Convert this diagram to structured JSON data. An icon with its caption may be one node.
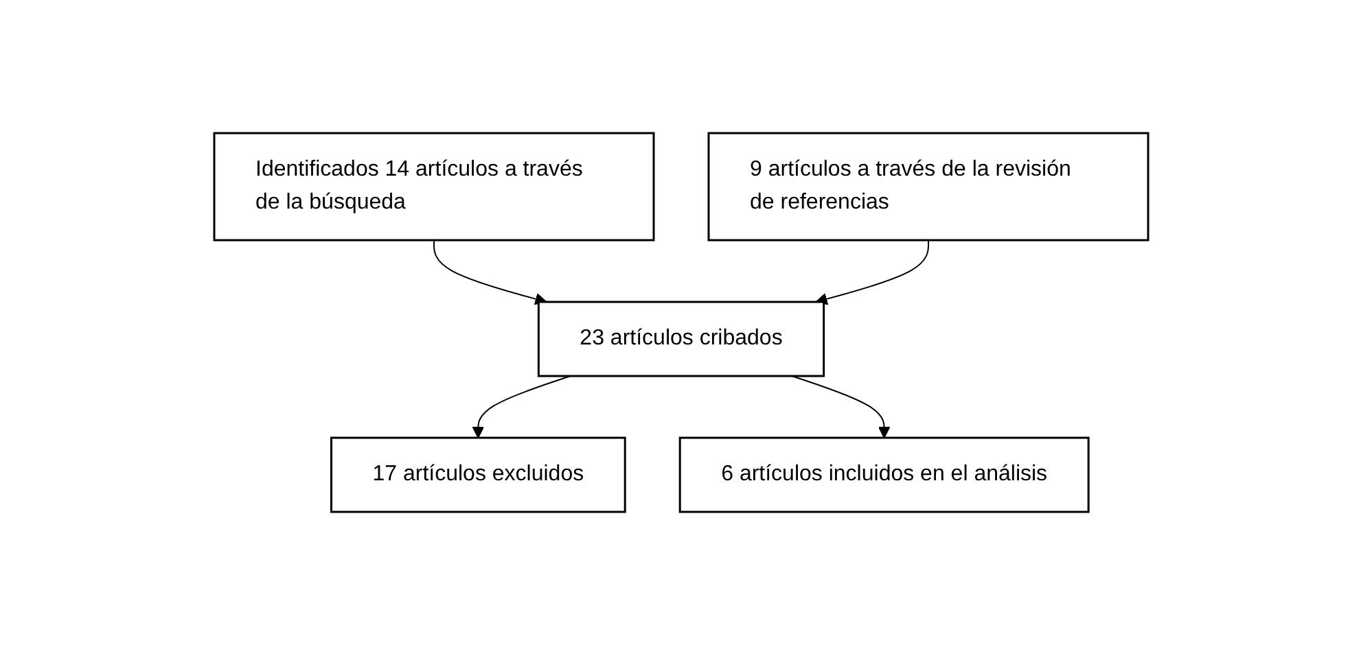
{
  "diagram": {
    "nodes": [
      {
        "text": [
          "Identificados 14 artículos a través de la búsqueda"
        ]
      },
      {
        "text": [
          "9 artículos a través de la revisión de referencias"
        ]
      },
      {
        "text": [
          "23 artículos cribados"
        ]
      },
      {
        "text": [
          "17 artículos excluidos"
        ]
      },
      {
        "text": [
          "6 artículos incluidos en el análisis"
        ]
      }
    ],
    "edges": [
      {
        "from": 0,
        "to": 2,
        "arrow": "to"
      },
      {
        "from": 1,
        "to": 2,
        "arrow": "to"
      },
      {
        "from": 2,
        "to": 3,
        "arrow": "to"
      },
      {
        "from": 2,
        "to": 4,
        "arrow": "to"
      }
    ]
  }
}
